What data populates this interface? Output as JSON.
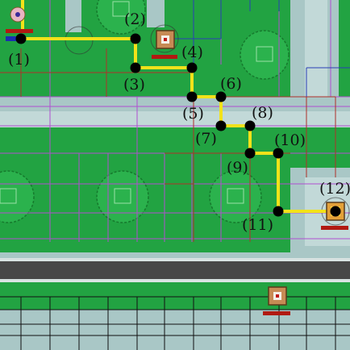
{
  "colors": {
    "grass": "#21a040",
    "grass_dark": "#1a8a35",
    "pavement": "#a7c5c4",
    "pavement_light": "#c4dbda",
    "road": "#444444",
    "route": "#f2e21a",
    "node": "#000000",
    "grid_purple": "#b04fd0",
    "grid_red": "#b0302a",
    "grid_blue": "#2a3fb6",
    "health_bar": "#b11a12"
  },
  "route": {
    "waypoints": [
      {
        "label": "(1)"
      },
      {
        "label": "(2)"
      },
      {
        "label": "(3)"
      },
      {
        "label": "(4)"
      },
      {
        "label": "(5)"
      },
      {
        "label": "(6)"
      },
      {
        "label": "(7)"
      },
      {
        "label": "(8)"
      },
      {
        "label": "(9)"
      },
      {
        "label": "(10)"
      },
      {
        "label": "(11)"
      },
      {
        "label": "(12)"
      }
    ]
  },
  "units": [
    {
      "name": "player-unit-icon",
      "kind": "hero"
    },
    {
      "name": "crate-unit-1-icon",
      "kind": "crate"
    },
    {
      "name": "goal-unit-icon",
      "kind": "crate-target"
    },
    {
      "name": "crate-unit-2-icon",
      "kind": "crate"
    }
  ],
  "trees": [
    "tree-icon"
  ]
}
